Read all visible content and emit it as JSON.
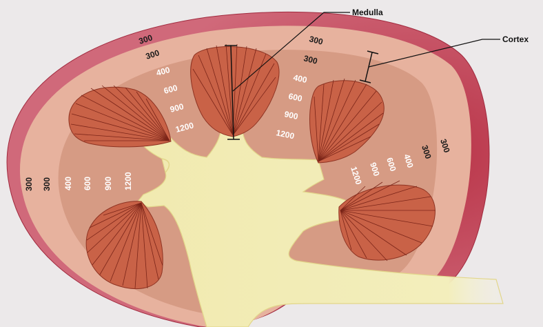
{
  "callouts": {
    "medulla": "Medulla",
    "cortex": "Cortex"
  },
  "osmolarity": {
    "outer_left_a": "300",
    "outer_left_b": "300",
    "outer_top_a": "300",
    "outer_top_b": "300",
    "outer_top_c": "300",
    "outer_top_d": "300",
    "outer_right_a": "300",
    "outer_right_b": "300",
    "left_gradient": [
      "400",
      "600",
      "900",
      "1200"
    ],
    "upper_left_gradient": [
      "400",
      "600",
      "900",
      "1200"
    ],
    "center_gradient": [
      "400",
      "600",
      "900",
      "1200"
    ],
    "right_gradient": [
      "400",
      "600",
      "900",
      "1200"
    ]
  },
  "colors": {
    "background": "#ece9ea",
    "capsule": "#c44a5c",
    "cortex": "#e7b29e",
    "medulla_zone": "#d69b84",
    "pyramid": "#c96247",
    "pyramid_lines": "#7a2418",
    "pelvis": "#f1eab0"
  }
}
